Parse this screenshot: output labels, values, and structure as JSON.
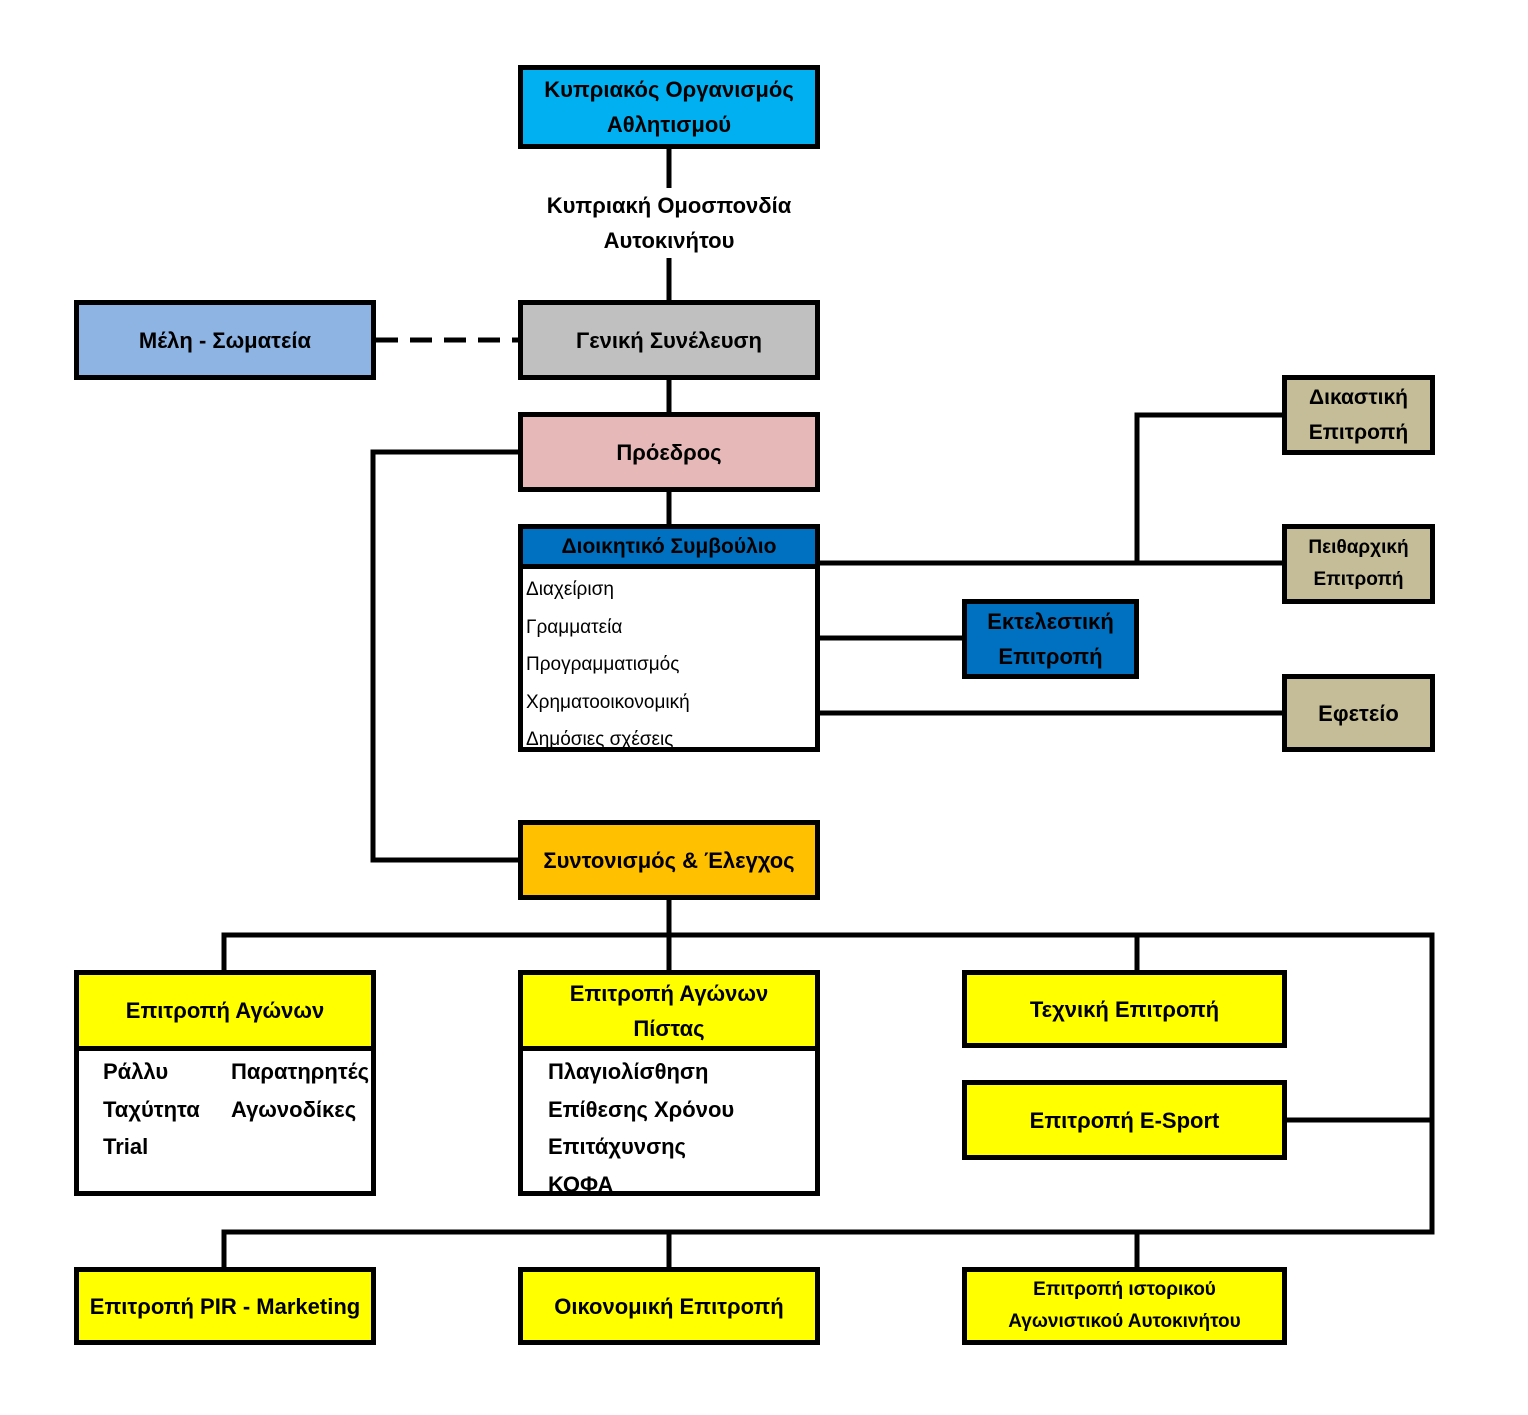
{
  "colors": {
    "line": "#000000",
    "sport_org": "#00b0f0",
    "members": "#8eb4e3",
    "assembly": "#c0c0c0",
    "president": "#e6b9b8",
    "board_header": "#0070c0",
    "executive": "#0070c0",
    "judicial": "#c4bd97",
    "coordination": "#ffc000",
    "committee": "#ffff00"
  },
  "nodes": {
    "sport_org": "Κυπριακός Οργανισμός\nΑθλητισμού",
    "federation": "Κυπριακή Ομοσπονδία\nΑυτοκινήτου",
    "members": "Μέλη - Σωματεία",
    "general_assembly": "Γενική Συνέλευση",
    "president": "Πρόεδρος",
    "board": {
      "title": "Διοικητικό Συμβούλιο",
      "items": [
        "Διαχείριση",
        "Γραμματεία",
        "Προγραμματισμός",
        "Χρηματοοικονομική",
        "Δημόσιες σχέσεις"
      ]
    },
    "executive": "Εκτελεστική\nΕπιτροπή",
    "judicial": "Δικαστική\nΕπιτροπή",
    "disciplinary": "Πειθαρχική\nΕπιτροπή",
    "appeals": "Εφετείο",
    "coordination": "Συντονισμός & Έλεγχος",
    "races": {
      "title": "Επιτροπή Αγώνων",
      "left_items": [
        "Ράλλυ",
        "Ταχύτητα",
        "Trial"
      ],
      "right_items": [
        "Παρατηρητές",
        "Αγωνοδίκες"
      ]
    },
    "track": {
      "title": "Επιτροπή Αγώνων\nΠίστας",
      "items": [
        "Πλαγιολίσθηση",
        "Επίθεσης Χρόνου",
        "Επιτάχυνσης",
        "ΚΟΦΑ"
      ]
    },
    "technical": "Τεχνική Επιτροπή",
    "esport": "Επιτροπή E-Sport",
    "pir": "Επιτροπή PIR - Marketing",
    "finance": "Οικονομική Επιτροπή",
    "historic": "Επιτροπή ιστορικού\nΑγωνιστικού Αυτοκινήτου"
  }
}
